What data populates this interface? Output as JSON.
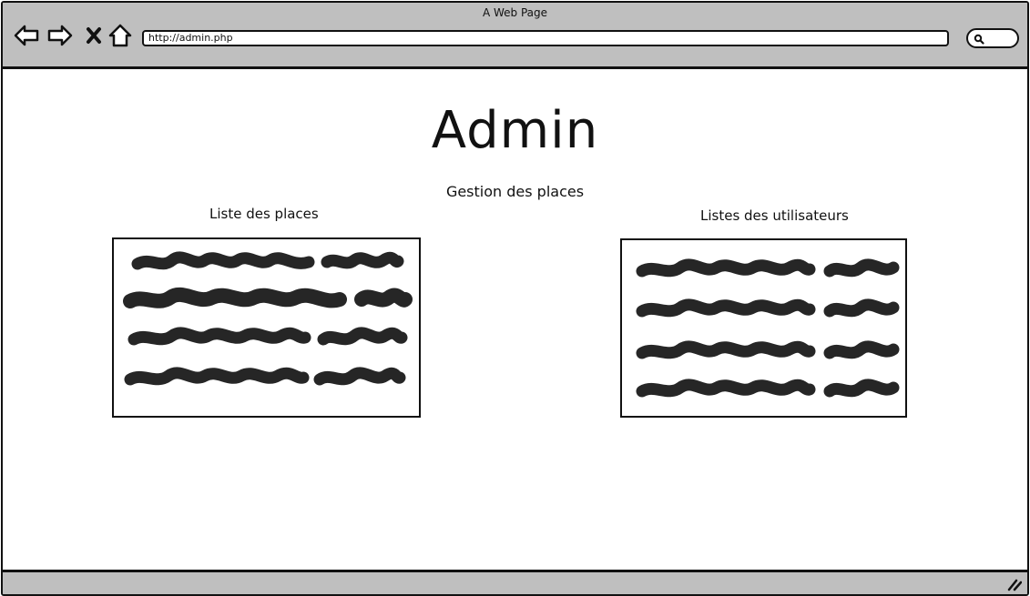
{
  "window": {
    "title": "A Web Page",
    "url": "http://admin.php"
  },
  "icons": {
    "back": "back-arrow-icon",
    "forward": "forward-arrow-icon",
    "close": "close-icon",
    "home": "home-icon",
    "search": "search-icon",
    "resize": "resize-grip-icon"
  },
  "main": {
    "title": "Admin",
    "subtitle": "Gestion des places",
    "places": {
      "label": "Liste des places"
    },
    "users": {
      "label": "Listes des utilisateurs"
    }
  },
  "colors": {
    "chrome": "#bfbfbf",
    "ink": "#111111",
    "scribble": "#262626"
  }
}
